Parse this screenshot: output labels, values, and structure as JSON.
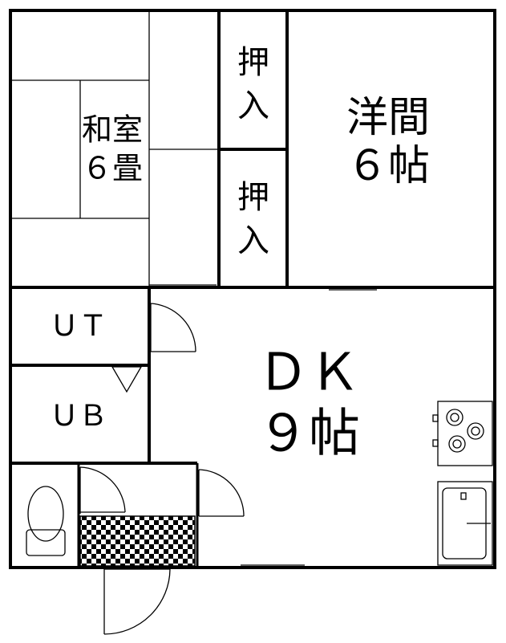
{
  "rooms": {
    "washitsu": {
      "line1": "和室",
      "line2": "６畳"
    },
    "oshiire_top": {
      "line1": "押",
      "line2": "入"
    },
    "oshiire_bottom": {
      "line1": "押",
      "line2": "入"
    },
    "youma": {
      "line1": "洋間",
      "line2": "６帖"
    },
    "ut": {
      "label": "ＵＴ"
    },
    "ub": {
      "label": "ＵＢ"
    },
    "dk": {
      "line1": "ＤＫ",
      "line2": "９帖"
    }
  },
  "colors": {
    "wall": "#000000",
    "background": "#ffffff"
  },
  "icons": [
    "toilet-icon",
    "stove-icon",
    "sink-icon",
    "door-swing-icon"
  ]
}
